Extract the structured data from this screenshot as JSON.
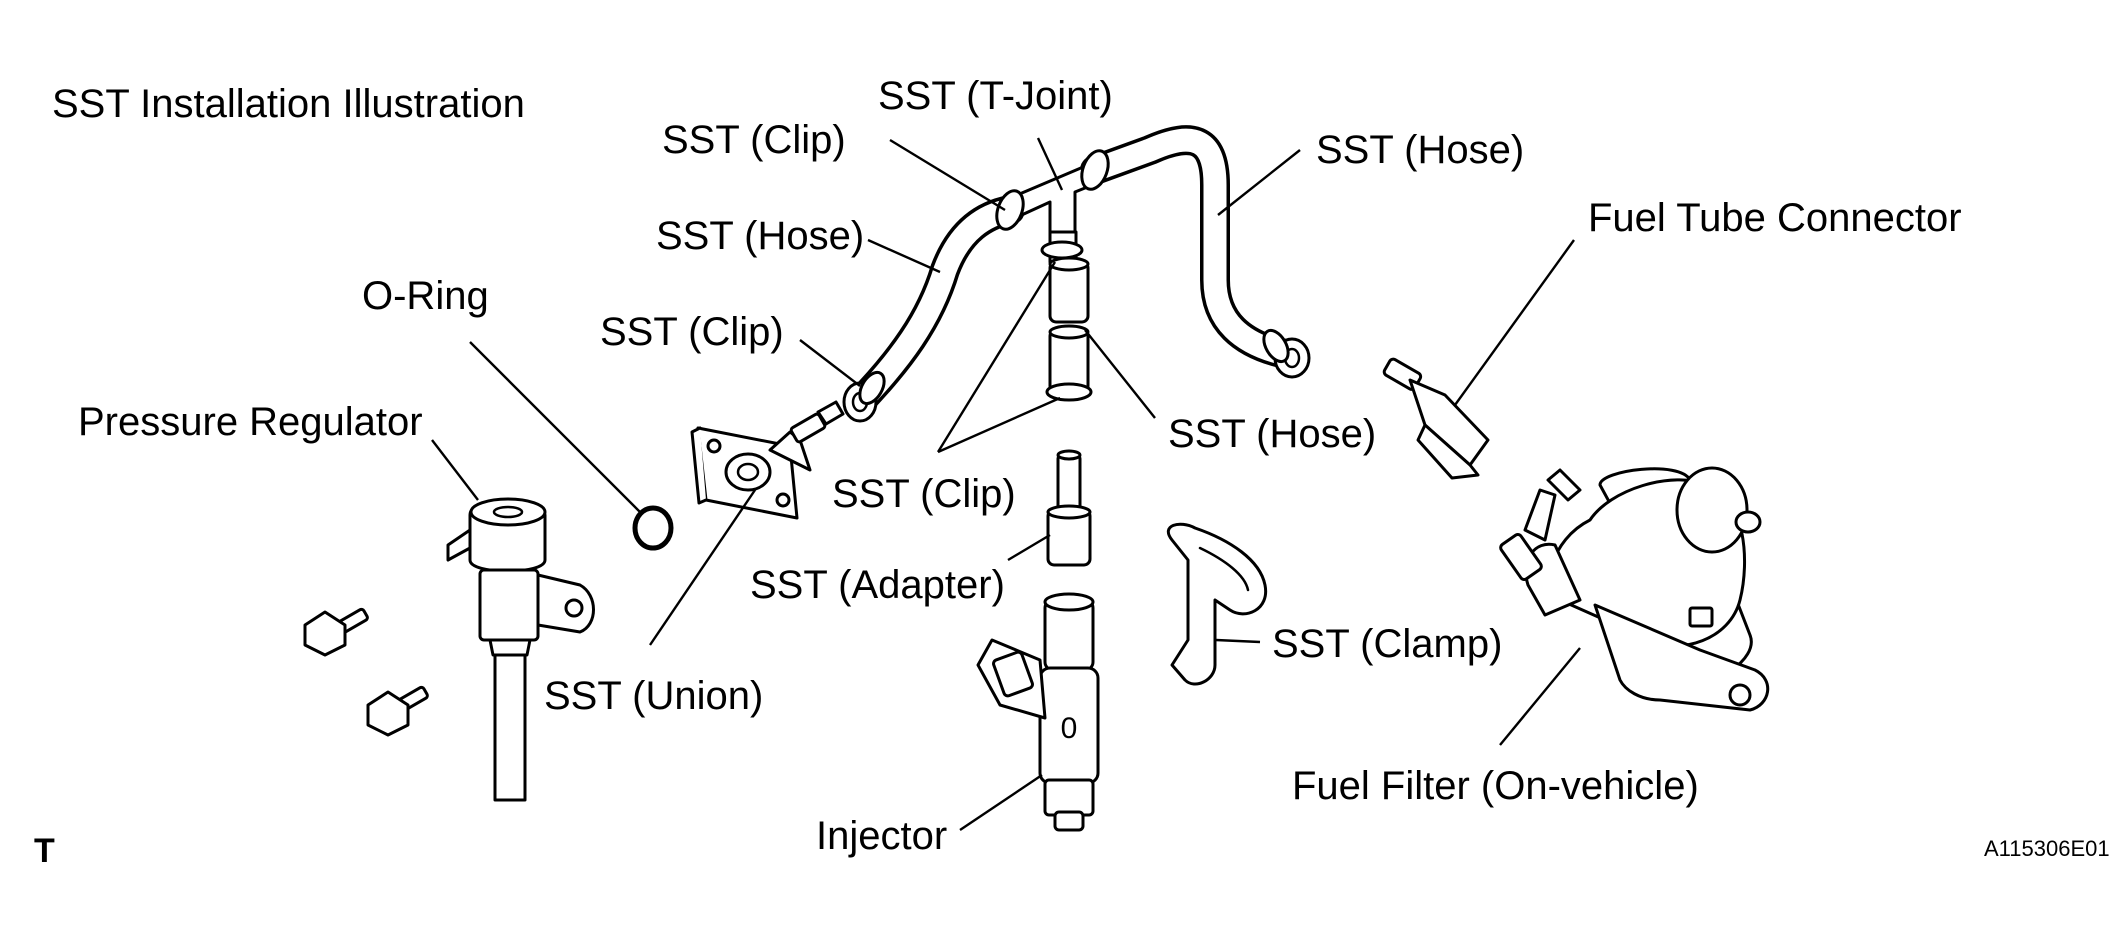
{
  "title": "SST Installation Illustration",
  "corner_mark": "T",
  "figure_code": "A115306E01",
  "labels": {
    "sst_t_joint": "SST (T-Joint)",
    "sst_clip_top": "SST (Clip)",
    "sst_hose_right": "SST (Hose)",
    "sst_hose_left": "SST (Hose)",
    "fuel_tube_connector": "Fuel Tube Connector",
    "o_ring": "O-Ring",
    "sst_clip_left": "SST (Clip)",
    "pressure_regulator": "Pressure Regulator",
    "sst_hose_center": "SST (Hose)",
    "sst_clip_center": "SST (Clip)",
    "sst_adapter": "SST (Adapter)",
    "sst_clamp": "SST (Clamp)",
    "sst_union": "SST (Union)",
    "fuel_filter": "Fuel Filter (On-vehicle)",
    "injector": "Injector",
    "injector_mark": "0"
  }
}
